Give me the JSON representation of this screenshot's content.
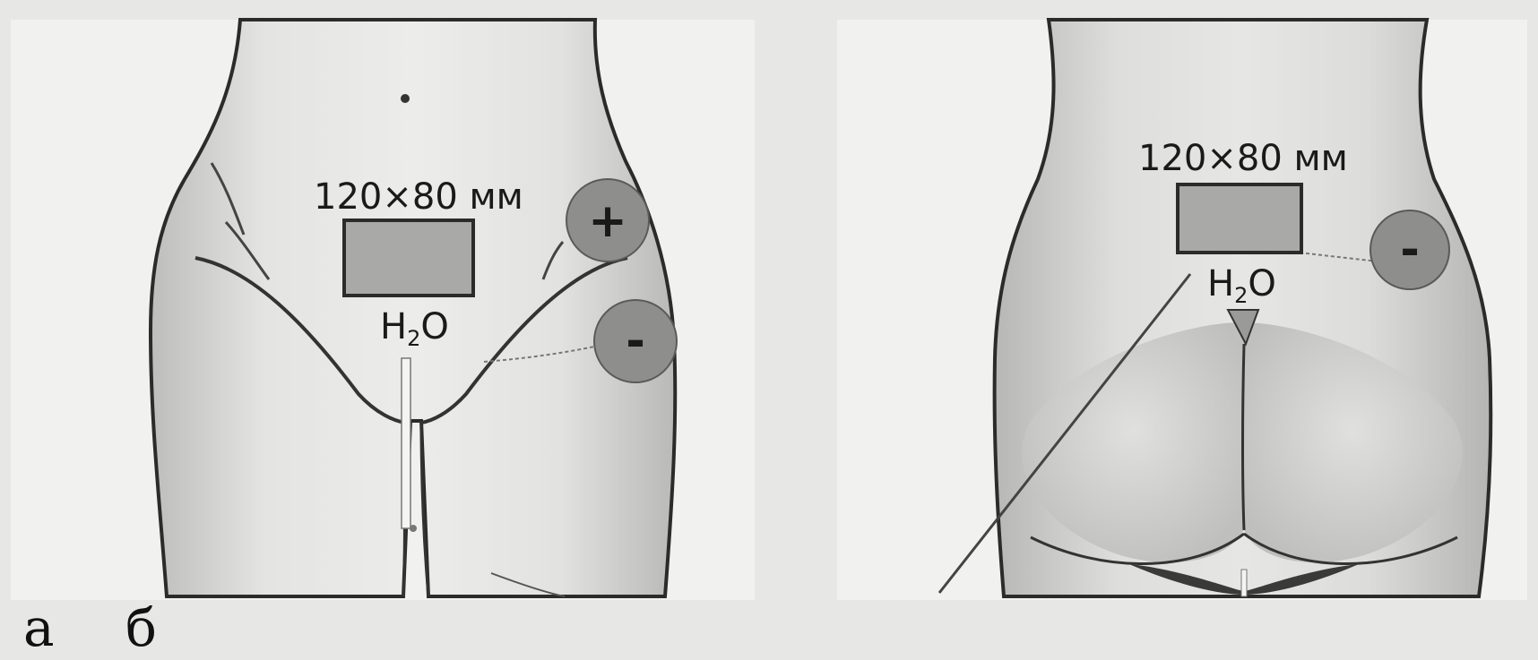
{
  "panels": [
    {
      "view": "front",
      "pad_label": "120×80 мм",
      "water_label": "H",
      "water_subscript": "2",
      "water_label_tail": "O",
      "electrodes": [
        {
          "polarity": "positive",
          "sign": "+"
        },
        {
          "polarity": "negative",
          "sign": "-"
        }
      ]
    },
    {
      "view": "back",
      "pad_label": "120×80 мм",
      "water_label": "H",
      "water_subscript": "2",
      "water_label_tail": "O",
      "electrodes": [
        {
          "polarity": "negative",
          "sign": "-"
        }
      ]
    }
  ],
  "captions": {
    "a": "а",
    "b": "б"
  },
  "colors": {
    "background": "#e7e7e5",
    "panel_bg": "#f1f1ef",
    "pad_fill": "#a9a9a7",
    "electrode_fill": "#8e8e8c",
    "outline": "#2b2b2b"
  }
}
